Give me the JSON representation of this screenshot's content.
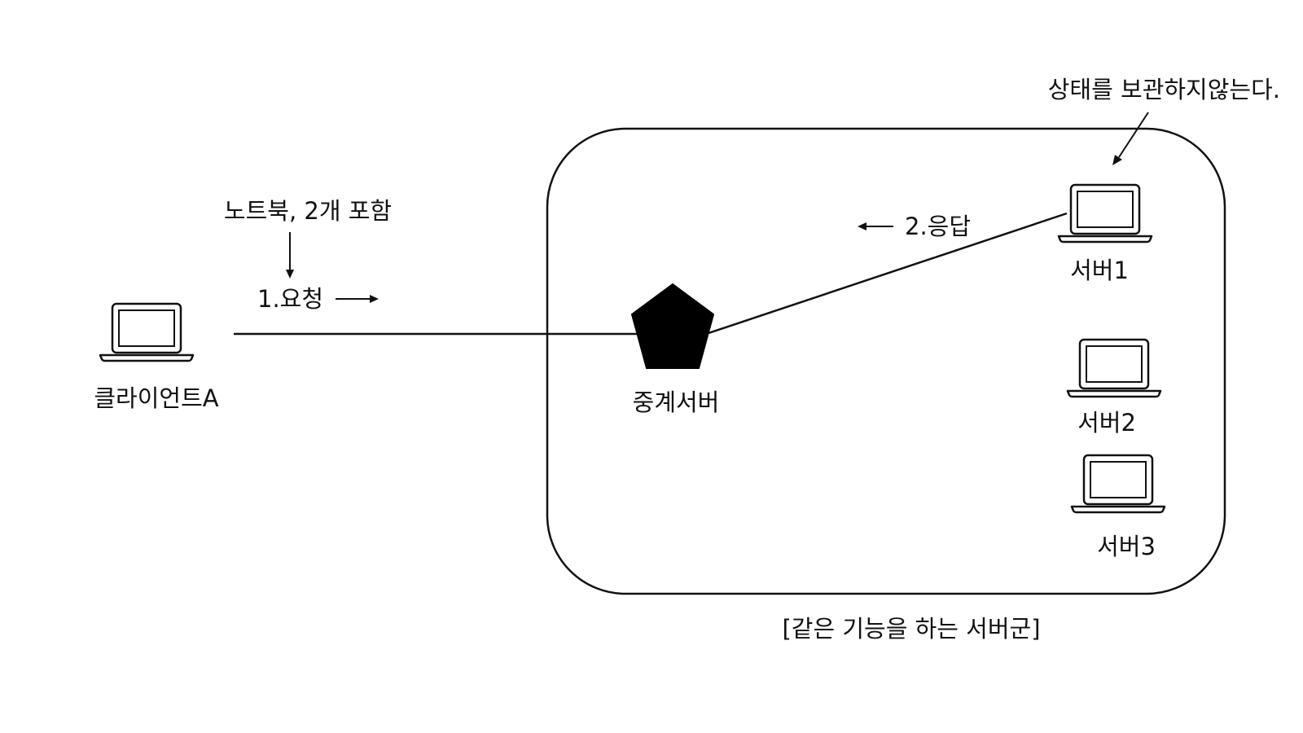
{
  "client": {
    "label": "클라이언트A",
    "icon": "laptop-icon"
  },
  "annotation": {
    "laptop_note": "노트북, 2개 포함",
    "stateless_note": "상태를 보관하지않는다."
  },
  "flow": {
    "request_label": "1.요청",
    "response_label": "2.응답"
  },
  "relay": {
    "label": "중계서버",
    "icon": "pentagon-icon"
  },
  "server_group": {
    "caption": "[같은 기능을 하는 서버군]",
    "servers": [
      {
        "label": "서버1",
        "icon": "laptop-icon"
      },
      {
        "label": "서버2",
        "icon": "laptop-icon"
      },
      {
        "label": "서버3",
        "icon": "laptop-icon"
      }
    ]
  },
  "colors": {
    "stroke": "#111111",
    "background": "#ffffff"
  }
}
